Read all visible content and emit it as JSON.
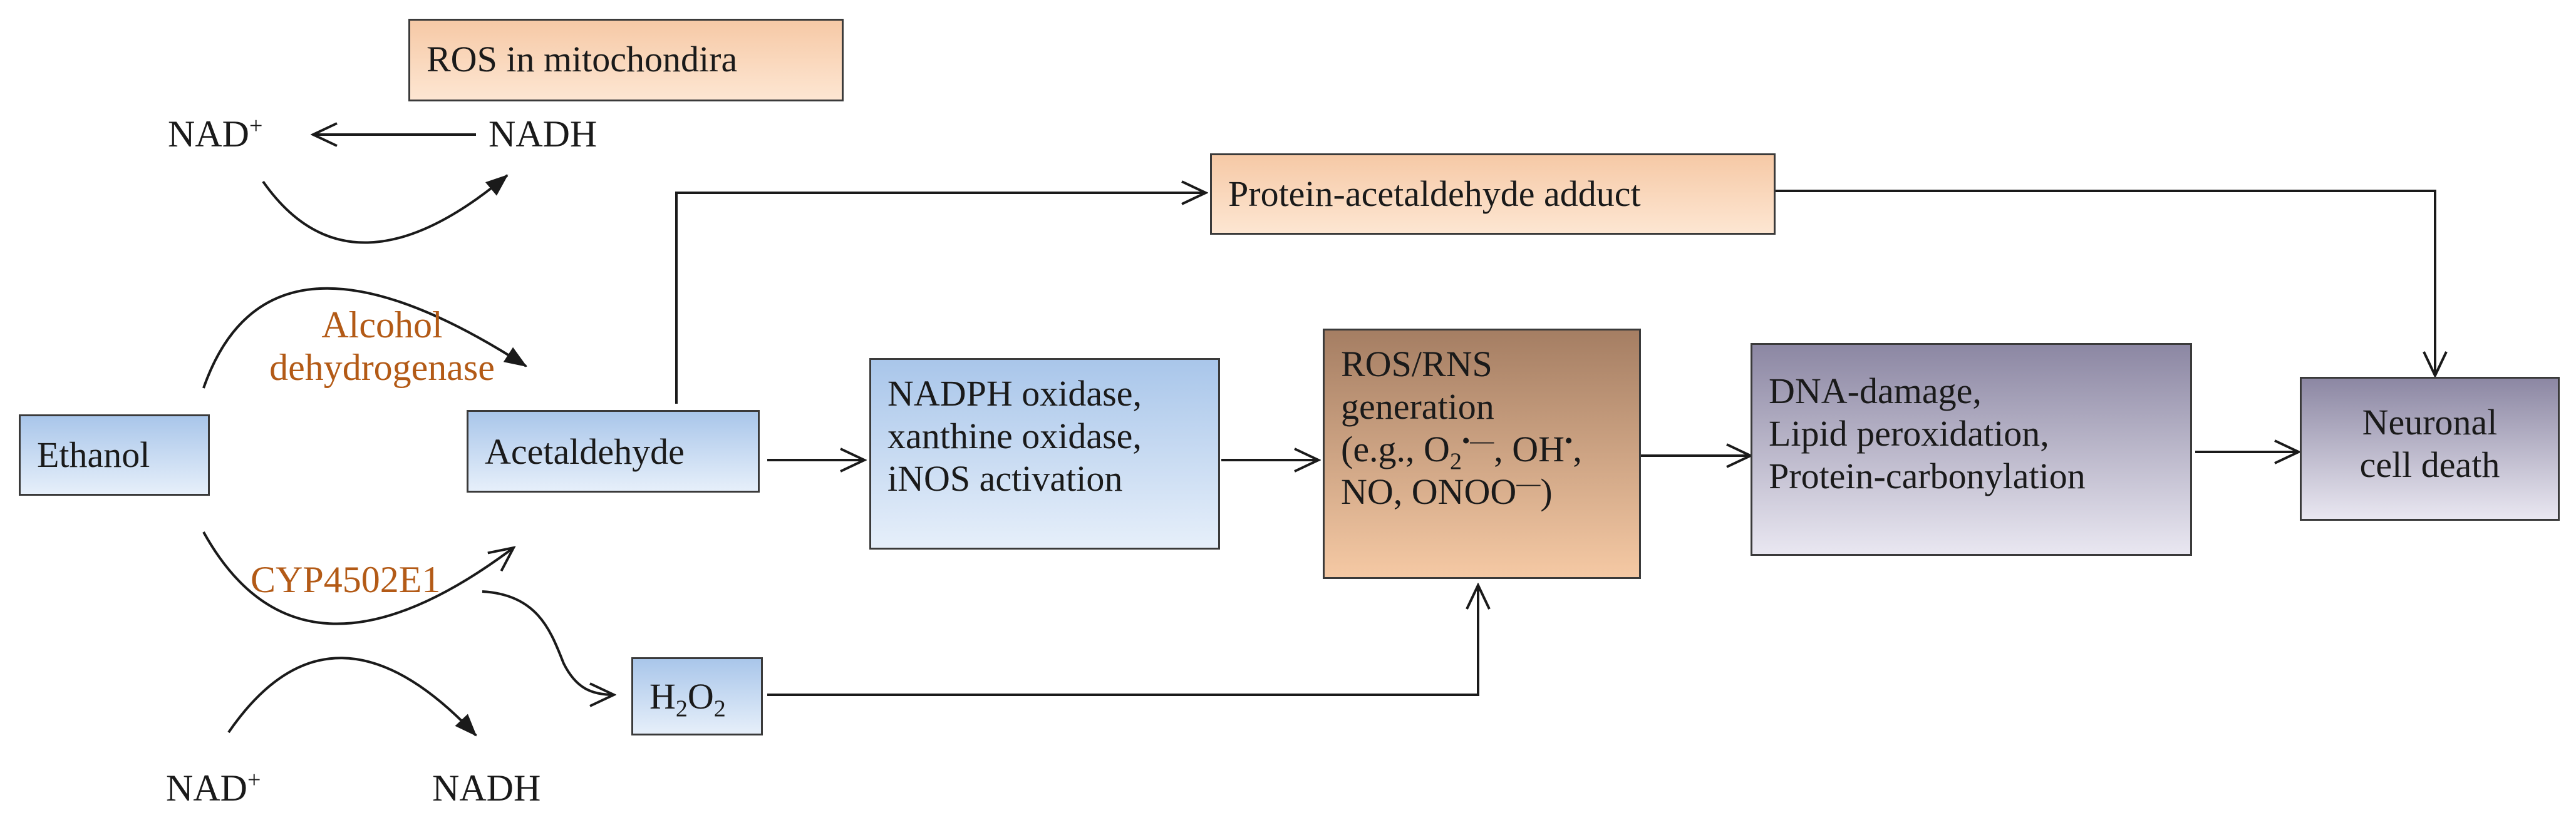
{
  "nodes": {
    "ros_mito": "ROS in mitochondira",
    "nad_plus_top": "NAD",
    "nadh_top": "NADH",
    "protein_adduct": "Protein-acetaldehyde  adduct",
    "alcohol_dehydrogenase_1": "Alcohol",
    "alcohol_dehydrogenase_2": "dehydrogenase",
    "ethanol": "Ethanol",
    "acetaldehyde": "Acetaldehyde",
    "nadph_line1": "NADPH oxidase,",
    "nadph_line2": "xanthine  oxidase,",
    "nadph_line3": "iNOS activation",
    "ros_rns_line1": "ROS/RNS",
    "ros_rns_line2": "generation",
    "ros_rns_line3_a": "(e.g., O",
    "ros_rns_line3_b": ", OH",
    "ros_rns_line4": "NO, ONOO",
    "dna_line1": "DNA-damage,",
    "dna_line2": "Lipid peroxidation,",
    "dna_line3": "Protein-carbonylation",
    "neuronal_line1": "Neuronal",
    "neuronal_line2": "cell death",
    "cyp": "CYP4502E1",
    "h2o2_h": "H",
    "h2o2_sub1": "2",
    "h2o2_o": "O",
    "h2o2_sub2": "2",
    "nad_plus_bottom": "NAD",
    "nadh_bottom": "NADH",
    "plus": "+",
    "o2_sub": "2",
    "o2_sup": "•—",
    "oh_sup": "•",
    "onoo_sup": "—",
    "close_paren": ")"
  },
  "colors": {
    "enzyme_text": "#b35a16",
    "arrow": "#1a1a1a"
  }
}
